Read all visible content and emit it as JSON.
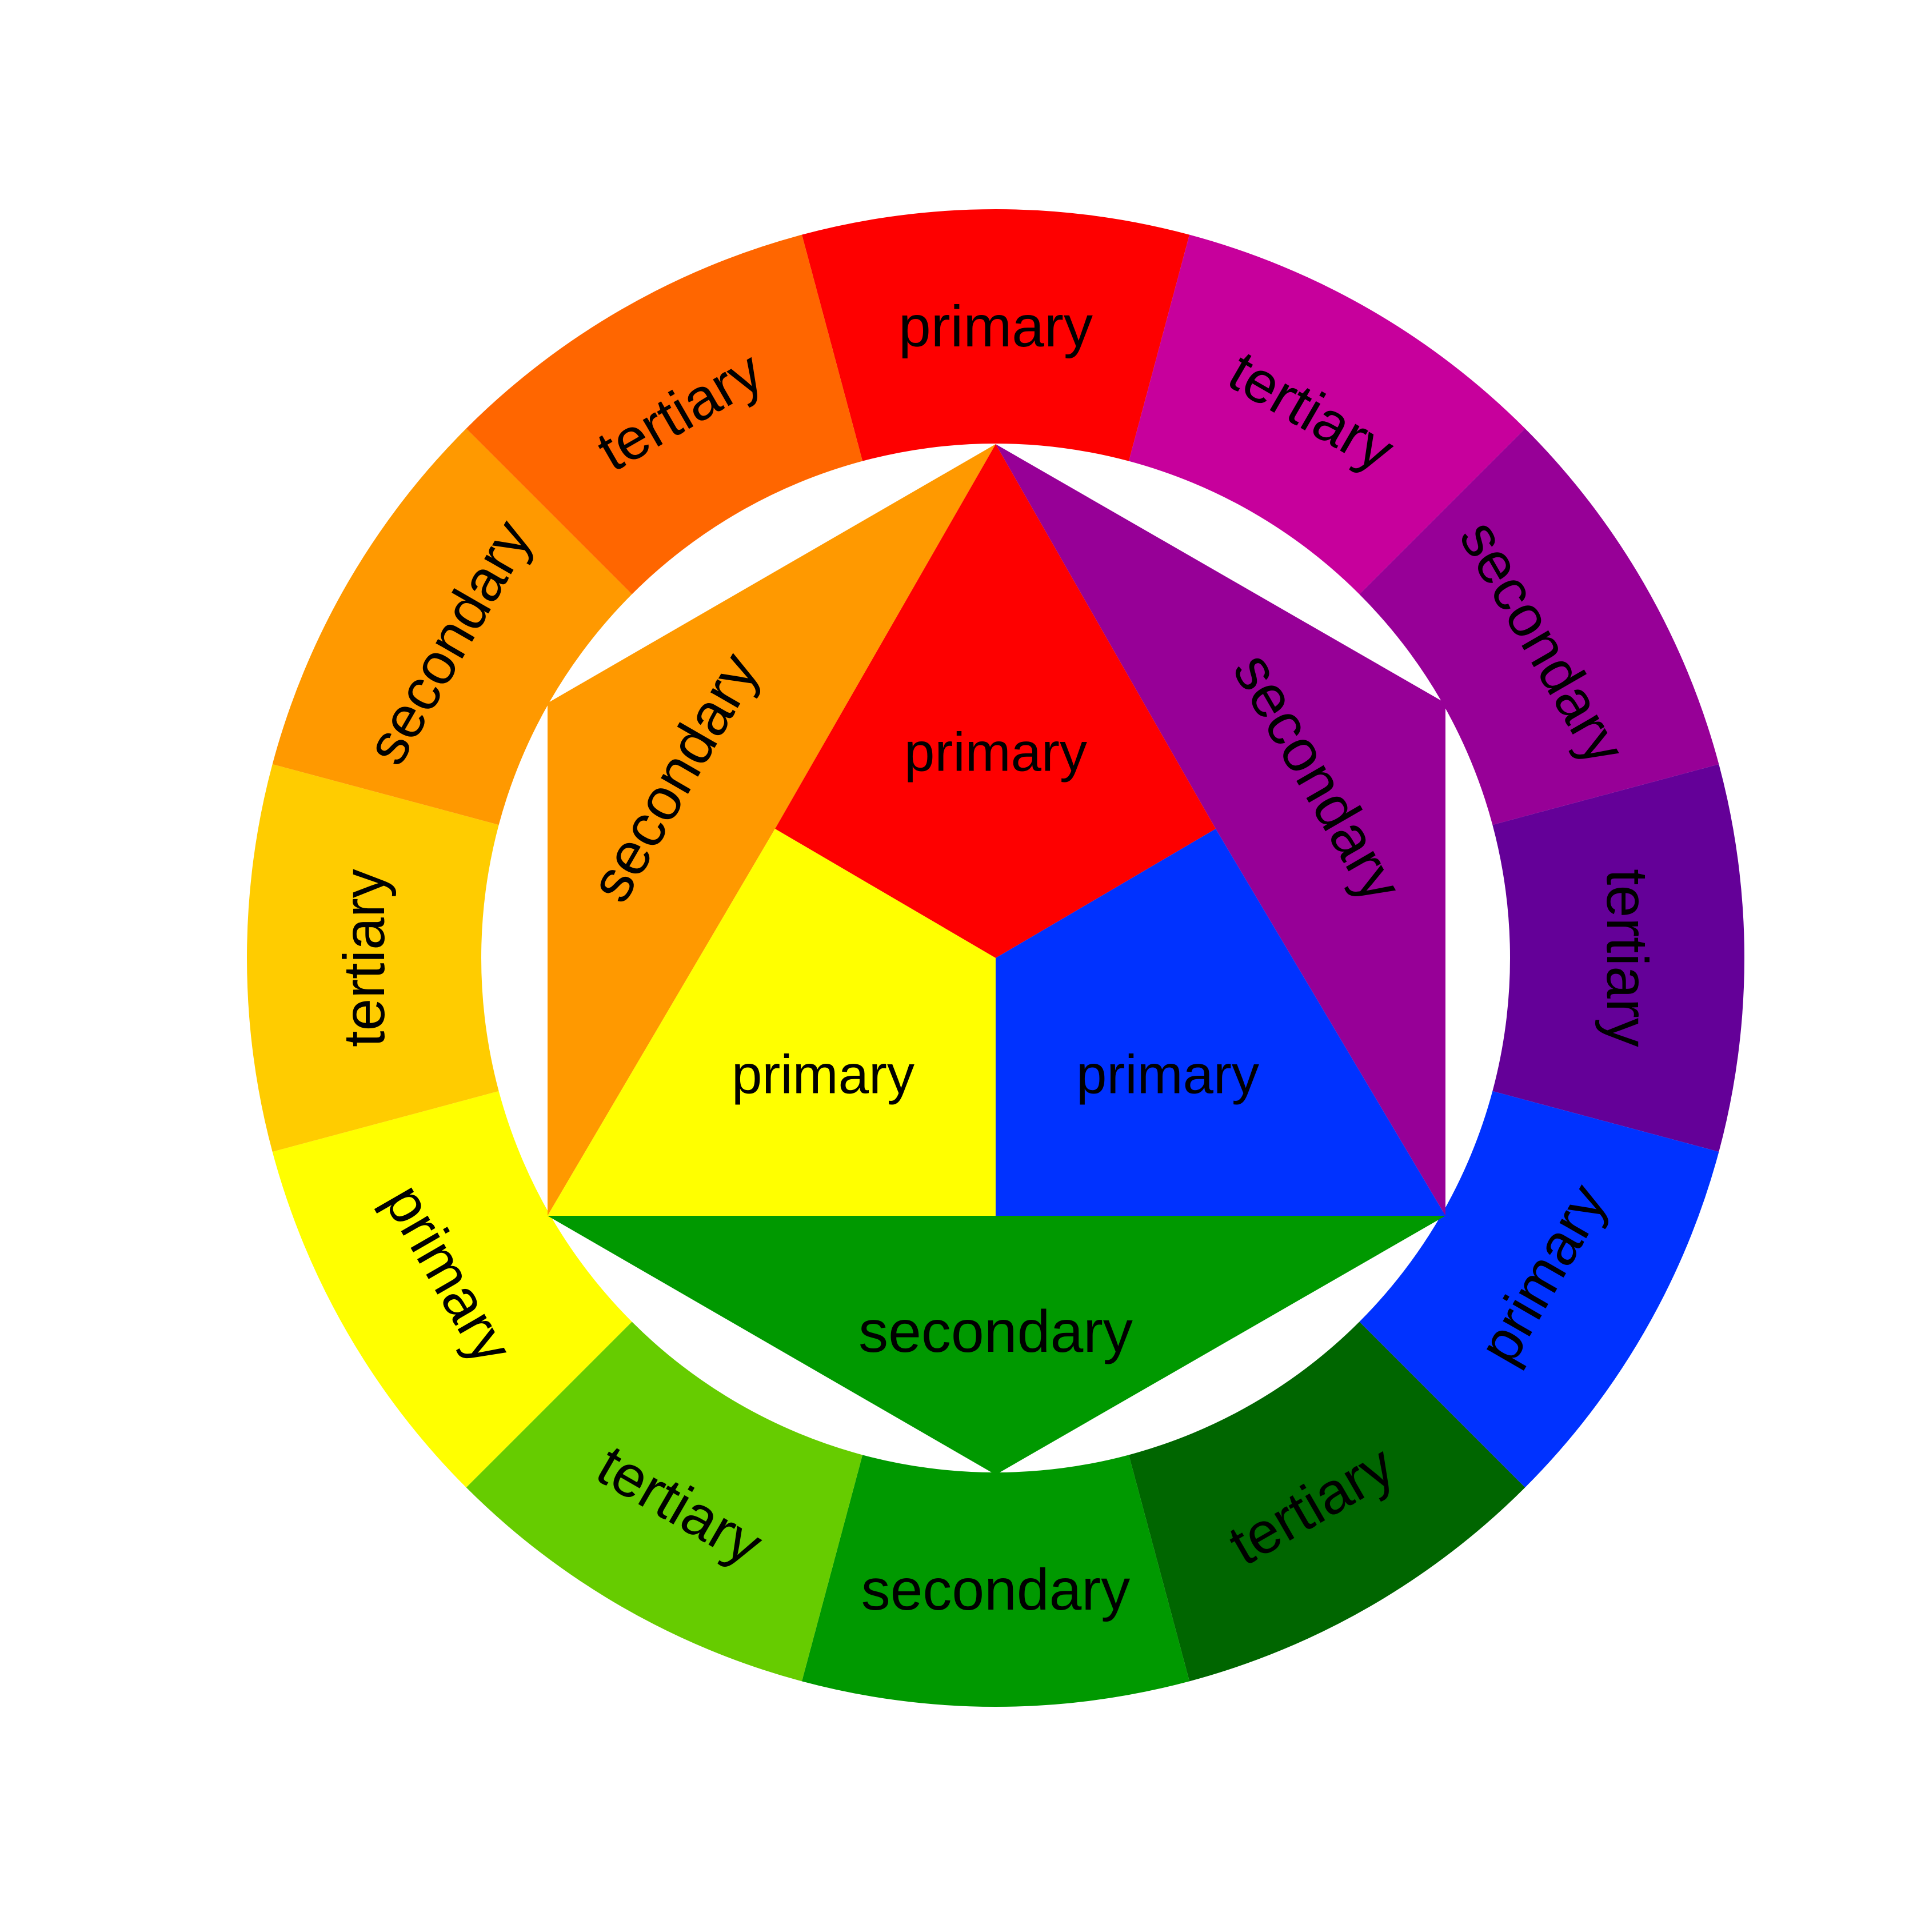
{
  "ring": {
    "segments": [
      {
        "label": "primary",
        "color": "#fe0000"
      },
      {
        "label": "tertiary",
        "color": "#c7009c"
      },
      {
        "label": "secondary",
        "color": "#970097"
      },
      {
        "label": "tertiary",
        "color": "#640098"
      },
      {
        "label": "primary",
        "color": "#0032ff"
      },
      {
        "label": "tertiary",
        "color": "#006600"
      },
      {
        "label": "secondary",
        "color": "#009900"
      },
      {
        "label": "tertiary",
        "color": "#66cc00"
      },
      {
        "label": "primary",
        "color": "#ffff00"
      },
      {
        "label": "tertiary",
        "color": "#ffcc00"
      },
      {
        "label": "secondary",
        "color": "#ff9900"
      },
      {
        "label": "tertiary",
        "color": "#ff6600"
      }
    ]
  },
  "center": {
    "primary_red": {
      "label": "primary",
      "color": "#fe0000"
    },
    "primary_yellow": {
      "label": "primary",
      "color": "#ffff00"
    },
    "primary_blue": {
      "label": "primary",
      "color": "#0032ff"
    },
    "secondary_orange": {
      "label": "secondary",
      "color": "#ff9900"
    },
    "secondary_purple": {
      "label": "secondary",
      "color": "#970097"
    },
    "secondary_green": {
      "label": "secondary",
      "color": "#009900"
    }
  }
}
